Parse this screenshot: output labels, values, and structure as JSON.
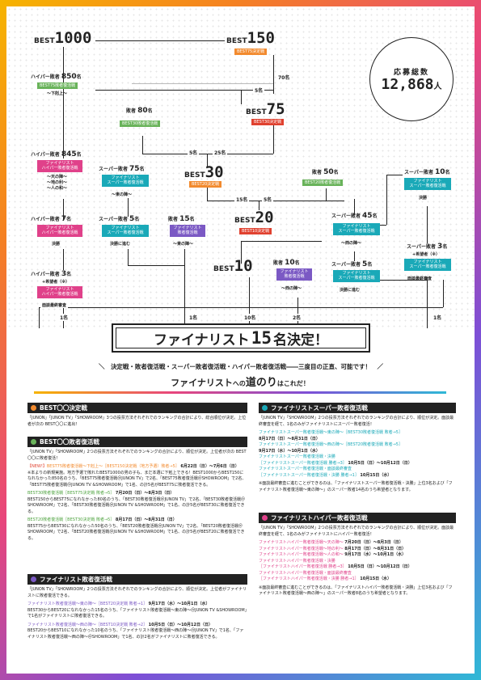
{
  "colors": {
    "orange": "#f28a2e",
    "green": "#69b35a",
    "teal": "#1aa9b8",
    "pink": "#e0418a",
    "purple": "#7b59c4",
    "red": "#e0412f"
  },
  "apply_total": {
    "label": "応募総数",
    "value": "12,868",
    "unit": "人"
  },
  "tree": {
    "best1000": {
      "word": "BEST",
      "num": "1000"
    },
    "best150": {
      "word": "BEST",
      "num": "150",
      "tag": "BEST75決定戦"
    },
    "best75": {
      "word": "BEST",
      "num": "75",
      "tag": "BEST30決定戦"
    },
    "best30": {
      "word": "BEST",
      "num": "30",
      "tag": "BEST20決定戦"
    },
    "best20": {
      "word": "BEST",
      "num": "20",
      "tag": "BEST10決定戦"
    },
    "best10": {
      "word": "BEST",
      "num": "10"
    },
    "hyper850": {
      "label": "ハイパー敗者",
      "num": "850",
      "unit": "名",
      "tag": "BEST75敗者復活戦",
      "sub": "〜下剋上〜"
    },
    "loser80": {
      "label": "敗者",
      "num": "80",
      "unit": "名",
      "tag": "BEST30敗者復活戦"
    },
    "hyper845": {
      "label": "ハイパー敗者",
      "num": "845",
      "unit": "名",
      "tag1": "ファイナリスト",
      "tag2": "ハイパー敗者復活戦",
      "sub1": "〜天の陣〜",
      "sub2": "〜地の利〜",
      "sub3": "〜人の和〜"
    },
    "super75": {
      "label": "スーパー敗者",
      "num": "75",
      "unit": "名",
      "tag1": "ファイナリスト",
      "tag2": "スーパー敗者復活戦",
      "sub": "〜東の陣〜"
    },
    "loser50": {
      "label": "敗者",
      "num": "50",
      "unit": "名",
      "tag": "BEST20敗者復活戦"
    },
    "super10": {
      "label": "スーパー敗者",
      "num": "10",
      "unit": "名",
      "tag1": "ファイナリスト",
      "tag2": "スーパー敗者復活戦",
      "sub": "決勝"
    },
    "hyper7": {
      "label": "ハイパー敗者",
      "num": "7",
      "unit": "名",
      "tag1": "ファイナリスト",
      "tag2": "ハイパー敗者復活戦",
      "sub": "決勝"
    },
    "super5a": {
      "label": "スーパー敗者",
      "num": "5",
      "unit": "名",
      "tag1": "ファイナリスト",
      "tag2": "スーパー敗者復活戦",
      "sub": "決勝に進む"
    },
    "loser15": {
      "label": "敗者",
      "num": "15",
      "unit": "名",
      "tag1": "ファイナリスト",
      "tag2": "敗者復活戦",
      "sub": "〜東の陣〜"
    },
    "super45": {
      "label": "スーパー敗者",
      "num": "45",
      "unit": "名",
      "tag1": "ファイナリスト",
      "tag2": "スーパー敗者復活戦",
      "sub": "〜西の陣〜"
    },
    "loser10": {
      "label": "敗者",
      "num": "10",
      "unit": "名",
      "tag1": "ファイナリスト",
      "tag2": "敗者復活戦",
      "sub": "〜西の陣〜"
    },
    "super5b": {
      "label": "スーパー敗者",
      "num": "5",
      "unit": "名",
      "tag1": "ファイナリスト",
      "tag2": "スーパー敗者復活戦",
      "sub": "決勝に進む"
    },
    "super3": {
      "label": "スーパー敗者",
      "num": "3",
      "unit": "名",
      "plus": "+希望者（※）",
      "tag1": "ファイナリスト",
      "tag2": "スーパー敗者復活戦",
      "sub": "面談最終審査"
    },
    "hyper3": {
      "label": "ハイパー敗者",
      "num": "3",
      "unit": "名",
      "plus": "+希望者（※）",
      "tag1": "ファイナリスト",
      "tag2": "ハイパー敗者復活戦",
      "sub": "面談最終審査"
    },
    "counts": {
      "c70": "70名",
      "c5a": "5名",
      "c5b": "5名",
      "c25": "25名",
      "c15": "15名",
      "c5c": "5名",
      "one_a": "1名",
      "one_b": "1名",
      "ten": "10名",
      "two": "2名",
      "one_c": "1名"
    }
  },
  "final": {
    "pre": "ファイナリスト",
    "num": "15",
    "post": "名決定！"
  },
  "tagline": "決定戦・敗者復活戦・スーパー敗者復活戦・ハイパー敗者復活戦――三度目の正直、可能です！",
  "road": {
    "a": "ファイナリスト",
    "b": "への",
    "c": "道のり",
    "d": "はこれだ！"
  },
  "sections": {
    "s1": {
      "title": "BEST〇〇決定戦",
      "body": "「JUNON」「JUNON TV」「SHOWROOM」3つの投票方法それぞれでのランキングの合計により、総合順位が決定。上位者が次の BEST〇〇に進出！"
    },
    "s2": {
      "title": "BEST〇〇敗者復活戦",
      "body": "「JUNON TV」「SHOWROOM」2つの投票方法それぞれでのランキングの合計により、順位が決定。上位者が次の BEST〇〇に敗者復活！",
      "new": "【NEW!】",
      "h1": "BEST75敗者復活戦〜下剋上〜［BEST150決定戦（地方予選）敗者→5］",
      "d1": "6月22日（日）〜7月6日（日）",
      "b1": "※本よりの新規実施。地方予選で敗れたBEST1000の男の子も、まだ本選に下剋上できる！BEST1000からBEST150になれなかった850名のうち、「BEST75敗者復活戦＠JUNON TV」で2名、「BEST75敗者復活戦＠SHOWROOM」で2名、「BEST75敗者復活戦＠JUNON TV &SHOWROOM」で1名、の計5名がBEST75に敗者復活できる。",
      "h2": "BEST30敗者復活戦［BEST75決定戦 敗者→5］",
      "d2": "7月20日（日）〜8月3日（日）",
      "b2": "BEST150からBEST75になれなかった80名のうち、「BEST30敗者復活戦＠JUNON TV」で2名、「BEST30敗者復活戦＠SHOWROOM」で2名、「BEST30敗者復活戦＠JUNON TV &SHOWROOM」で1名、の計5名がBEST30に敗者復活できる。",
      "h3": "BEST20敗者復活戦［BEST30決定戦 敗者→5］",
      "d3": "8月17日（日）〜8月31日（日）",
      "b3": "BEST75からBEST30になれなかった50名のうち、「BEST20敗者復活戦＠JUNON TV」で2名、「BEST20敗者復活戦＠SHOWROOM」で2名、「BEST20敗者復活戦＠JUNON TV &SHOWROOM」で1名、の計5名がBEST20に敗者復活できる。"
    },
    "s3": {
      "title": "ファイナリスト敗者復活戦",
      "body": "「JUNON TV」「SHOWROOM」2つの投票方法それぞれでのランキングの合計により、順位が決定。上位者がファイナリストに敗者復活できる。",
      "h1": "ファイナリスト敗者復活戦〜東の陣〜［BEST20決定戦 敗者→1］",
      "d1": "9月17日（水）〜10月1日（水）",
      "b1": "BEST30からBEST20になれなかった15名のうち、「ファイナリスト敗者復活戦〜東の陣〜＠JUNON TV &SHOWROOM」で1名がファイナリストに敗者復活できる。",
      "h2": "ファイナリスト敗者復活戦〜西の陣〜［BEST10決定戦 敗者→2］",
      "d2": "10月5日（日）〜10月12日（日）",
      "b2": "BEST20からBEST10になれなかった10名のうち、「ファイナリスト敗者復活戦〜西の陣〜＠JUNON TV」で1名、「ファイナリスト敗者復活戦〜西の陣〜＠SHOWROOM」で1名、の計2名がファイナリストに敗者復活できる。"
    },
    "s4": {
      "title": "ファイナリストスーパー敗者復活戦",
      "body": "「JUNON TV」「SHOWROOM」2つの投票方法それぞれでのランキングの合計により、順位が決定。面談最終審査を経て、1名のみがファイナリストにスーパー敗者復活！",
      "h1": "ファイナリストスーパー敗者復活戦〜東の陣〜［BEST30敗者復活戦 敗者→5］",
      "d1": "8月17日（日）〜8月31日（日）",
      "h2": "ファイナリストスーパー敗者復活戦〜西の陣〜［BEST20敗者復活戦 敗者→5］",
      "d2": "9月17日（水）〜10月1日（水）",
      "h3": "ファイナリストスーパー敗者復活戦・決勝",
      "h3b": "［ファイナリストスーパー敗者復活戦 勝者→3］",
      "d3": "10月5日（日）〜10月12日（日）",
      "h4": "ファイナリストスーパー敗者復活戦・面談最終審査",
      "h4b": "［ファイナリストスーパー敗者復活戦・決勝 勝者→1］",
      "d4": "10月15日（水）",
      "note": "※面談最終審査に進むことができるのは、「ファイナリストスーパー敗者復活戦・決勝」上位3名および「ファイナリスト敗者復活戦〜東の陣〜」のスーパー敗者14名のうち希望者となります。"
    },
    "s5": {
      "title": "ファイナリストハイパー敗者復活戦",
      "body": "「JUNON TV」「SHOWROOM」2つの投票方法それぞれでのランキングの合計により、順位が決定。面談最終審査を経て、1名のみがファイナリストにハイパー敗者復活！",
      "h1": "ファイナリストハイパー敗者復活戦〜天の陣〜",
      "d1": "7月20日（日）〜8月3日（日）",
      "h2": "ファイナリストハイパー敗者復活戦〜地の利〜",
      "d2": "8月17日（日）〜8月31日（日）",
      "h3": "ファイナリストハイパー敗者復活戦〜人の和〜",
      "d3": "9月17日（水）〜10月1日（水）",
      "h4": "ファイナリストハイパー敗者復活戦・決勝",
      "h4b": "［ファイナリストハイパー敗者復活戦 勝者→3］",
      "d4": "10月5日（日）〜10月12日（日）",
      "h5": "ファイナリストハイパー敗者復活戦・面談最終審査",
      "h5b": "［ファイナリストハイパー敗者復活戦・決勝 勝者→1］",
      "d5": "10月15日（水）",
      "note": "※面談最終審査に進むことができるのは、「ファイナリストハイパー敗者復活戦・決勝」上位3名および「ファイナリスト敗者復活戦〜西の陣〜」のスーパー敗者8名のうち希望者となります。"
    }
  }
}
